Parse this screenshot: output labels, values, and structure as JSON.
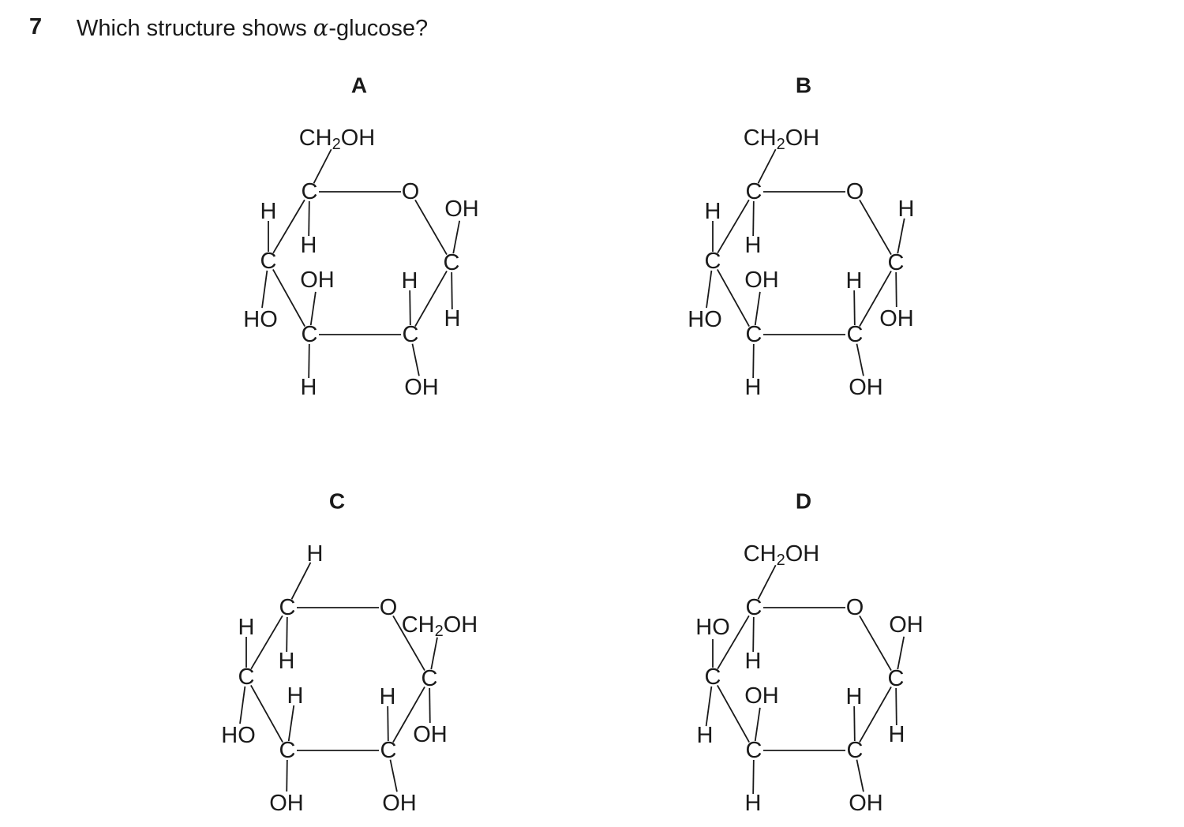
{
  "question": {
    "number": "7",
    "text_before": "Which structure shows ",
    "alpha": "α",
    "text_after": "-glucose?"
  },
  "options": [
    {
      "letter": "A",
      "atoms": {
        "top": "CH2OH",
        "c5": "C",
        "ring_o": "O",
        "c5_h": "H",
        "c4_h": "H",
        "c4": "C",
        "c4_oh": "HO",
        "c3_oh": "OH",
        "c3": "C",
        "c3_h": "H",
        "c2_h": "H",
        "c2": "C",
        "c2_oh": "OH",
        "c1_sub": "OH",
        "c1": "C",
        "c1_sub2": "H"
      }
    },
    {
      "letter": "B",
      "atoms": {
        "top": "CH2OH",
        "c5": "C",
        "ring_o": "O",
        "c5_h": "H",
        "c4_h": "H",
        "c4": "C",
        "c4_oh": "HO",
        "c3_oh": "OH",
        "c3": "C",
        "c3_h": "H",
        "c2_h": "H",
        "c2": "C",
        "c2_oh": "OH",
        "c1_sub": "H",
        "c1": "C",
        "c1_sub2": "OH"
      }
    },
    {
      "letter": "C",
      "atoms": {
        "top": "H",
        "c5": "C",
        "ring_o": "O",
        "c5_h": "H",
        "c4_h": "H",
        "c4": "C",
        "c4_oh": "HO",
        "c3_oh": "H",
        "c3": "C",
        "c3_h": "OH",
        "c2_h": "H",
        "c2": "C",
        "c2_oh": "OH",
        "c1_sub": "CH2OH",
        "c1": "C",
        "c1_sub2": "OH"
      }
    },
    {
      "letter": "D",
      "atoms": {
        "top": "CH2OH",
        "c5": "C",
        "ring_o": "O",
        "c5_h": "H",
        "c4_h": "HO",
        "c4": "C",
        "c4_oh": "H",
        "c3_oh": "OH",
        "c3": "C",
        "c3_h": "H",
        "c2_h": "H",
        "c2": "C",
        "c2_oh": "OH",
        "c1_sub": "OH",
        "c1": "C",
        "c1_sub2": "H"
      }
    }
  ]
}
